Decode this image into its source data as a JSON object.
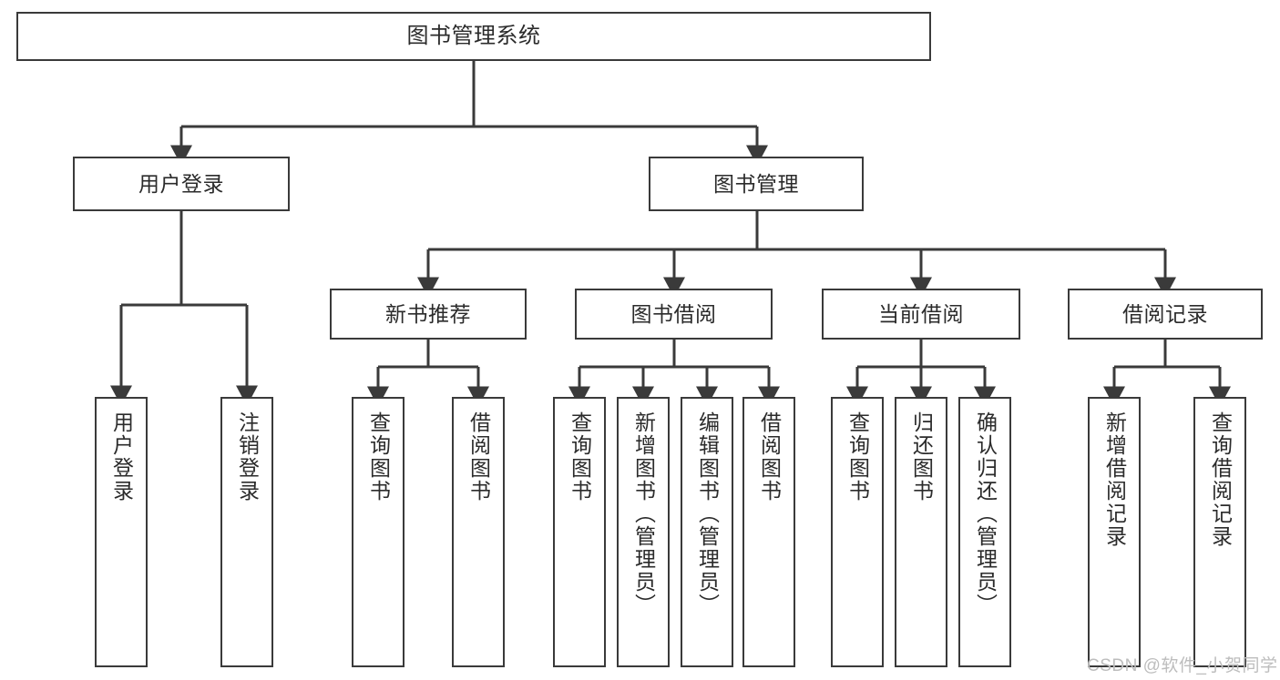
{
  "diagram": {
    "title": "图书管理系统",
    "type": "tree-hierarchy",
    "root": {
      "label": "图书管理系统"
    },
    "level2": [
      {
        "label": "用户登录"
      },
      {
        "label": "图书管理"
      }
    ],
    "level3": [
      {
        "label": "新书推荐"
      },
      {
        "label": "图书借阅"
      },
      {
        "label": "当前借阅"
      },
      {
        "label": "借阅记录"
      }
    ],
    "leaves": {
      "user_login": [
        {
          "label": "用户登录"
        },
        {
          "label": "注销登录"
        }
      ],
      "new_book_recommend": [
        {
          "label": "查询图书"
        },
        {
          "label": "借阅图书"
        }
      ],
      "book_borrow": [
        {
          "label": "查询图书"
        },
        {
          "label": "新增图书（管理员）"
        },
        {
          "label": "编辑图书（管理员）"
        },
        {
          "label": "借阅图书"
        }
      ],
      "current_borrow": [
        {
          "label": "查询图书"
        },
        {
          "label": "归还图书"
        },
        {
          "label": "确认归还（管理员）"
        }
      ],
      "borrow_record": [
        {
          "label": "新增借阅记录"
        },
        {
          "label": "查询借阅记录"
        }
      ]
    }
  },
  "watermark": {
    "text": "CSDN @软件_小贺同学"
  },
  "colors": {
    "border": "#3a3a3a",
    "text": "#2b2b2b",
    "background": "#ffffff",
    "watermark": "#bdbdbd"
  }
}
